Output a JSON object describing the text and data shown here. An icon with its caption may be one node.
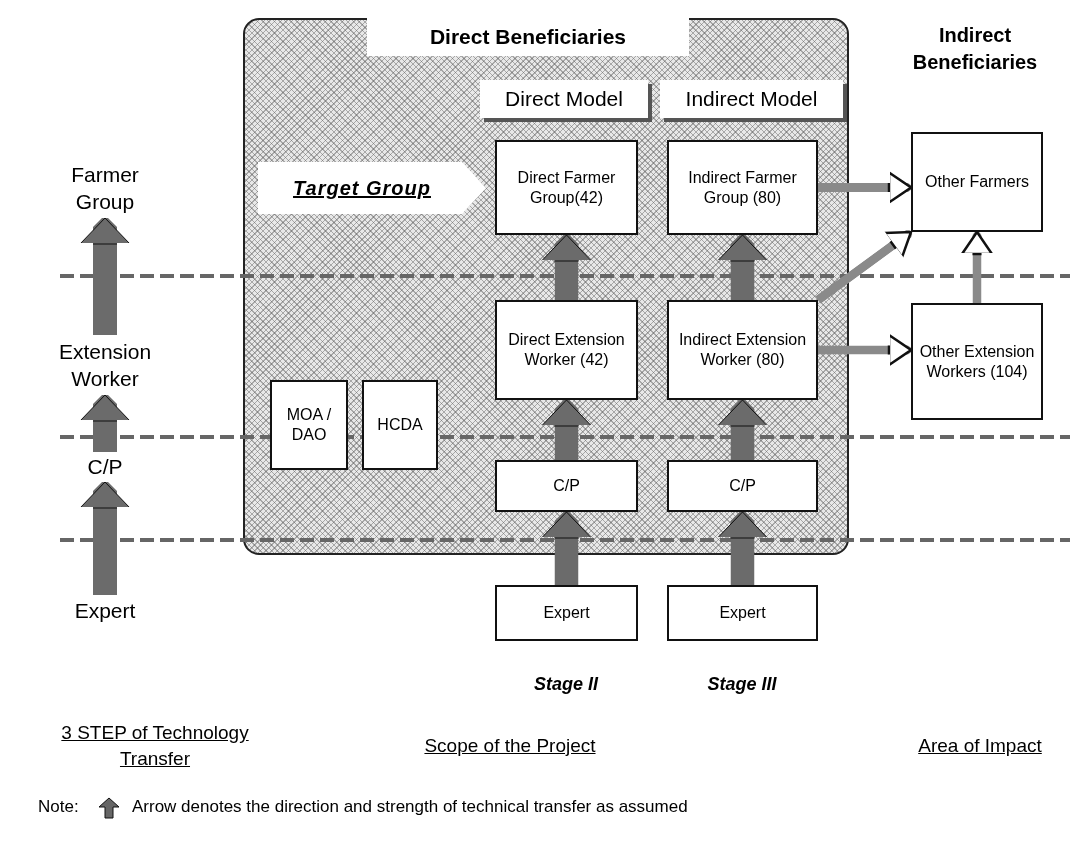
{
  "diagram": {
    "nodes": [
      {
        "text": [
          "Direct Beneficiaries"
        ]
      },
      {
        "text": [
          "Direct Model"
        ],
        "in": 0
      },
      {
        "text": [
          "Indirect Model"
        ],
        "in": 0
      },
      {
        "text": [
          "Target Group"
        ],
        "in": 0
      },
      {
        "text": [
          "Direct Farmer Group(42)"
        ],
        "in": 0
      },
      {
        "text": [
          "Indirect Farmer Group (80)"
        ],
        "in": 0
      },
      {
        "text": [
          "Direct Extension Worker (42)"
        ],
        "in": 0
      },
      {
        "text": [
          "Indirect Extension Worker (80)"
        ],
        "in": 0
      },
      {
        "text": [
          "MOA / DAO"
        ],
        "in": 0
      },
      {
        "text": [
          "HCDA"
        ],
        "in": 0
      },
      {
        "text": [
          "C/P"
        ],
        "in": 0
      },
      {
        "text": [
          "C/P"
        ],
        "in": 0
      },
      {
        "text": [
          "Expert"
        ]
      },
      {
        "text": [
          "Expert"
        ]
      },
      {
        "text": [
          "Other Farmers"
        ]
      },
      {
        "text": [
          "Other Extension Workers (104)"
        ]
      },
      {
        "text": [
          "Farmer Group"
        ]
      },
      {
        "text": [
          "Extension Worker"
        ]
      },
      {
        "text": [
          "C/P"
        ]
      },
      {
        "text": [
          "Expert"
        ]
      }
    ],
    "edges": [
      {
        "from": 12,
        "to": 10,
        "arrow": "to"
      },
      {
        "from": 10,
        "to": 6,
        "arrow": "to"
      },
      {
        "from": 6,
        "to": 4,
        "arrow": "to"
      },
      {
        "from": 13,
        "to": 11,
        "arrow": "to"
      },
      {
        "from": 11,
        "to": 7,
        "arrow": "to"
      },
      {
        "from": 7,
        "to": 5,
        "arrow": "to"
      },
      {
        "from": 5,
        "to": 14,
        "arrow": "to",
        "color": "#8a8a8a"
      },
      {
        "from": 7,
        "to": 14,
        "arrow": "to",
        "color": "#8a8a8a"
      },
      {
        "from": 7,
        "to": 15,
        "arrow": "to",
        "color": "#8a8a8a"
      },
      {
        "from": 15,
        "to": 14,
        "arrow": "to",
        "color": "#8a8a8a"
      },
      {
        "from": 19,
        "to": 18,
        "arrow": "to"
      },
      {
        "from": 18,
        "to": 17,
        "arrow": "to"
      },
      {
        "from": 17,
        "to": 16,
        "arrow": "to"
      }
    ],
    "labels": [
      "Indirect Beneficiaries",
      "Stage II",
      "Stage III",
      "3 STEP of Technology Transfer",
      "Scope of the Project",
      "Area of Impact",
      "Note:",
      "Arrow denotes the direction and strength of technical transfer as assumed"
    ]
  }
}
